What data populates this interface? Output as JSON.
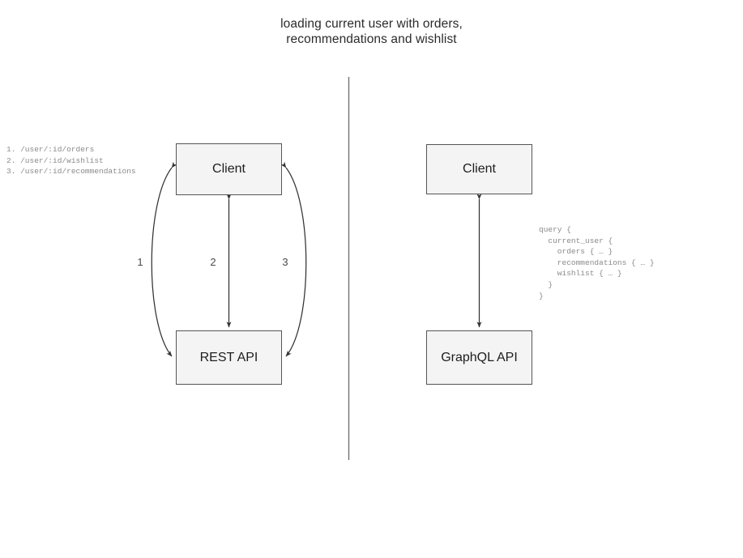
{
  "title": {
    "line1": "loading current user with orders,",
    "line2": "recommendations and wishlist"
  },
  "divider": {
    "color": "#666666"
  },
  "colors": {
    "box_fill": "#f4f4f4",
    "box_border": "#555555",
    "arrow": "#333333",
    "code_text": "#8a8a8a",
    "title_text": "#2b2b2b"
  },
  "rest_side": {
    "client_box_label": "Client",
    "api_box_label": "REST API",
    "endpoints_code": "1. /user/:id/orders\n2. /user/:id/wishlist\n3. /user/:id/recommendations",
    "arrow_labels": [
      "1",
      "2",
      "3"
    ]
  },
  "graphql_side": {
    "client_box_label": "Client",
    "api_box_label": "GraphQL API",
    "query_code": "query {\n  current_user {\n    orders { … }\n    recommendations { … }\n    wishlist { … }\n  }\n}"
  }
}
